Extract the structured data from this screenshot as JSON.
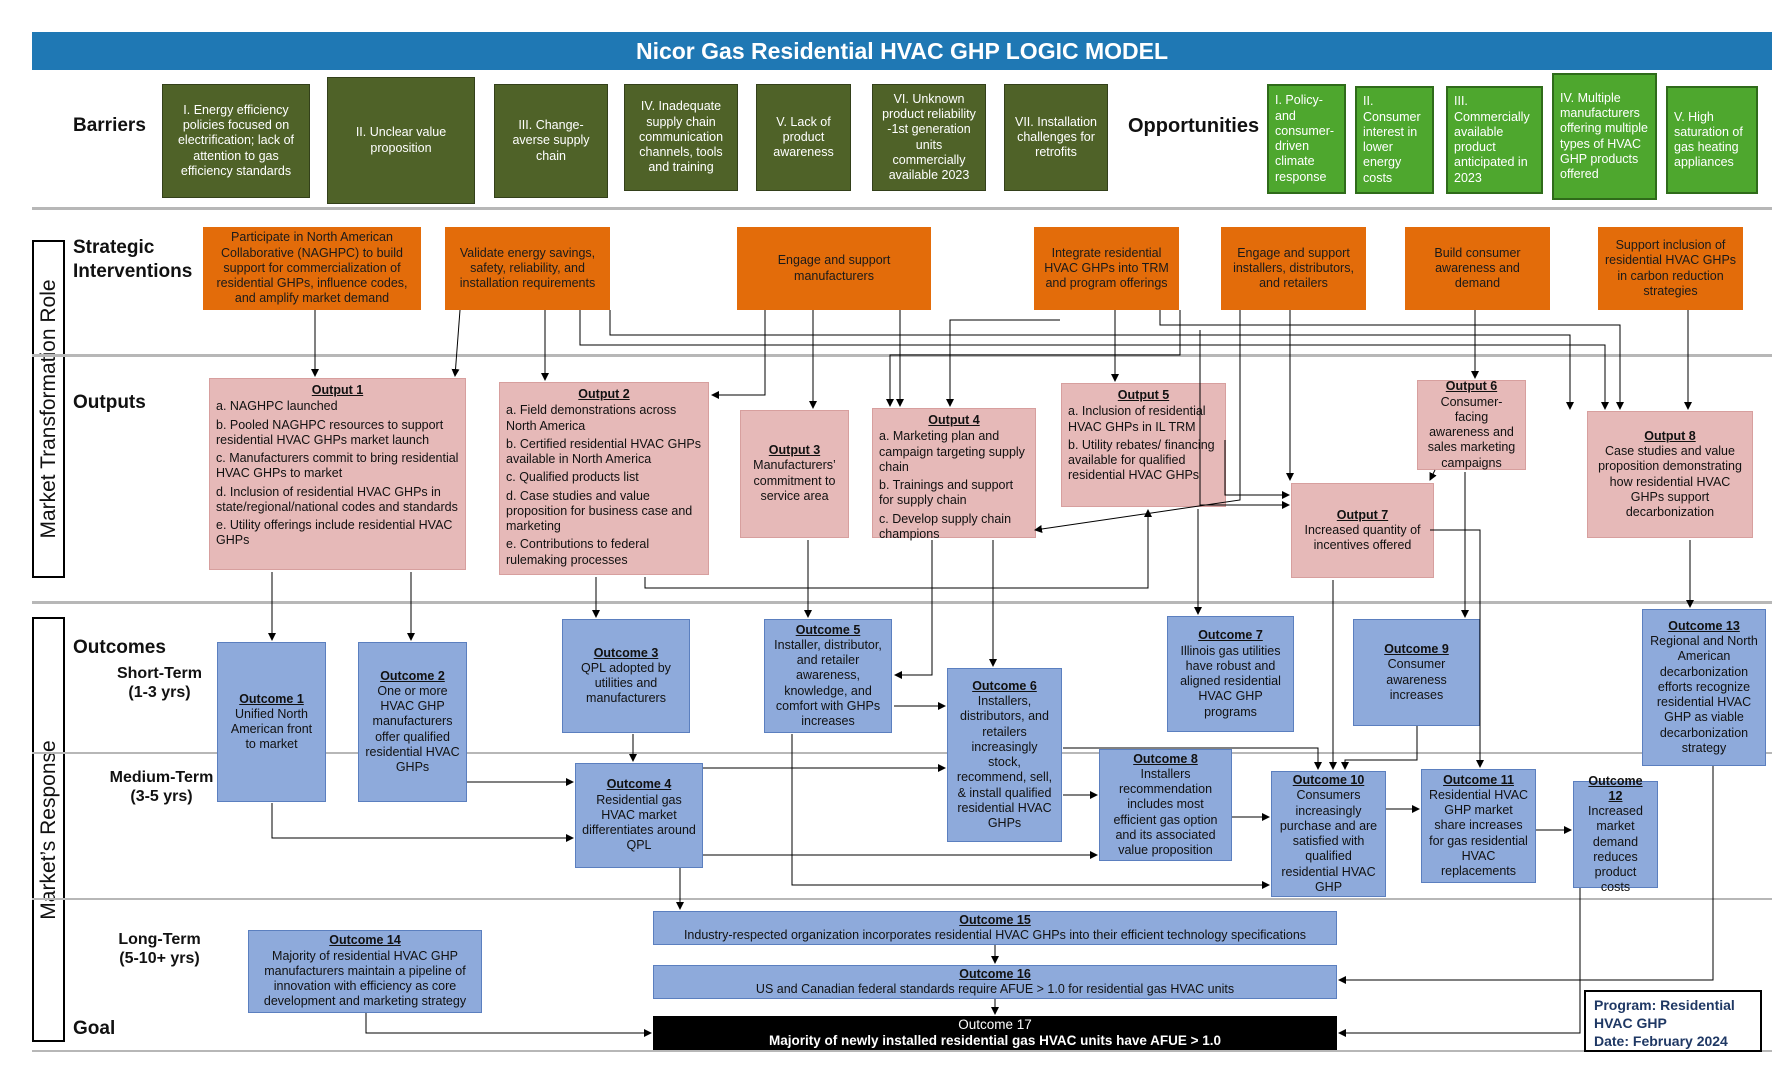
{
  "title": "Nicor Gas Residential HVAC GHP LOGIC MODEL",
  "labels": {
    "barriers": "Barriers",
    "opportunities": "Opportunities",
    "strategic": "Strategic Interventions",
    "outputs": "Outputs",
    "outcomes": "Outcomes",
    "short_term": "Short-Term (1-3 yrs)",
    "medium_term": "Medium-Term (3-5 yrs)",
    "long_term": "Long-Term (5-10+ yrs)",
    "goal": "Goal",
    "market_transformation_role": "Market Transformation Role",
    "markets_response": "Market’s Response"
  },
  "barriers": [
    "I. Energy efficiency policies focused on electrification; lack of attention to gas efficiency standards",
    "II. Unclear value proposition",
    "III. Change-averse supply chain",
    "IV. Inadequate supply chain communication channels, tools and training",
    "V. Lack of product awareness",
    "VI. Unknown product reliability -1st generation units commercially available 2023",
    "VII. Installation challenges for retrofits"
  ],
  "opportunities": [
    "I. Policy- and consumer-driven climate response",
    "II. Consumer interest in lower energy costs",
    "III. Commercially available product anticipated in 2023",
    "IV. Multiple manufacturers offering multiple types of HVAC GHP products offered",
    "V. High saturation of gas heating appliances"
  ],
  "interventions": [
    "Participate in North American Collaborative (NAGHPC) to build support for commercialization of residential GHPs, influence codes, and amplify market demand",
    "Validate energy savings, safety, reliability, and installation requirements",
    "Engage and support manufacturers",
    "Integrate residential HVAC GHPs into TRM and program offerings",
    "Engage and support installers, distributors, and retailers",
    "Build consumer awareness and demand",
    "Support inclusion of residential HVAC GHPs in carbon reduction strategies"
  ],
  "outputs": {
    "o1": {
      "title": "Output 1",
      "items": [
        "a. NAGHPC launched",
        "b. Pooled NAGHPC resources to support residential HVAC GHPs market launch",
        "c. Manufacturers commit to bring residential HVAC GHPs to market",
        "d. Inclusion of residential HVAC GHPs in state/regional/national codes and standards",
        "e. Utility offerings include residential HVAC GHPs"
      ]
    },
    "o2": {
      "title": "Output 2",
      "items": [
        "a. Field demonstrations across North America",
        "b. Certified residential HVAC GHPs available in North America",
        "c. Qualified products list",
        "d. Case studies and value proposition for business case and marketing",
        "e. Contributions to federal rulemaking processes"
      ]
    },
    "o3": {
      "title": "Output 3",
      "text": "Manufacturers’ commitment to service area"
    },
    "o4": {
      "title": "Output 4",
      "items": [
        "a. Marketing plan and campaign targeting supply chain",
        "b. Trainings and support for supply chain",
        "c. Develop supply chain champions"
      ]
    },
    "o5": {
      "title": "Output 5",
      "items": [
        "a. Inclusion of residential HVAC GHPs in IL TRM",
        "b. Utility rebates/ financing available for qualified residential HVAC GHPs"
      ]
    },
    "o6": {
      "title": "Output 6",
      "text": "Consumer-facing awareness and sales marketing campaigns"
    },
    "o7": {
      "title": "Output 7",
      "text": "Increased quantity of incentives offered"
    },
    "o8": {
      "title": "Output 8",
      "text": "Case studies and value proposition demonstrating how residential HVAC GHPs support decarbonization"
    }
  },
  "outcomes": {
    "oc1": {
      "title": "Outcome 1",
      "text": "Unified North American front to market"
    },
    "oc2": {
      "title": "Outcome 2",
      "text": "One or more HVAC GHP manufacturers offer qualified residential HVAC GHPs"
    },
    "oc3": {
      "title": "Outcome 3",
      "text": "QPL adopted by utilities and manufacturers"
    },
    "oc4": {
      "title": "Outcome 4",
      "text": "Residential gas HVAC market differentiates around QPL"
    },
    "oc5": {
      "title": "Outcome 5",
      "text": "Installer, distributor, and retailer awareness, knowledge, and comfort with GHPs increases"
    },
    "oc6": {
      "title": "Outcome 6",
      "text": "Installers, distributors, and retailers increasingly stock, recommend, sell, & install qualified residential HVAC GHPs"
    },
    "oc7": {
      "title": "Outcome 7",
      "text": "Illinois gas utilities have robust and aligned residential HVAC GHP programs"
    },
    "oc8": {
      "title": "Outcome 8",
      "text": "Installers recommendation includes most efficient gas option and its associated value proposition"
    },
    "oc9": {
      "title": "Outcome 9",
      "text": "Consumer awareness increases"
    },
    "oc10": {
      "title": "Outcome 10",
      "text": "Consumers increasingly purchase and are satisfied with qualified residential HVAC GHP"
    },
    "oc11": {
      "title": "Outcome 11",
      "text": "Residential HVAC GHP market share increases for gas residential HVAC replacements"
    },
    "oc12": {
      "title": "Outcome 12",
      "text": "Increased market demand reduces product costs"
    },
    "oc13": {
      "title": "Outcome 13",
      "text": "Regional and North American decarbonization efforts recognize residential HVAC GHP as viable decarbonization strategy"
    },
    "oc14": {
      "title": "Outcome 14",
      "text": "Majority of residential HVAC GHP manufacturers maintain a pipeline of innovation with efficiency as core development and marketing strategy"
    },
    "oc15": {
      "title": "Outcome 15",
      "text": "Industry-respected organization incorporates residential HVAC GHPs into their efficient technology specifications"
    },
    "oc16": {
      "title": "Outcome 16",
      "text": "US and Canadian federal standards require AFUE > 1.0 for residential gas HVAC units"
    },
    "oc17": {
      "title": "Outcome 17",
      "text": "Majority of newly installed residential gas HVAC units have AFUE > 1.0"
    }
  },
  "program": {
    "line1": "Program: Residential HVAC GHP",
    "line2": "Date: February 2024"
  },
  "colors": {
    "title_bar": "#1f78b4",
    "barrier": "#4f6228",
    "opportunity": "#4ea72e",
    "intervention": "#e36c0a",
    "output": "#e6b9b8",
    "outcome": "#8eaadb",
    "goal": "#000000"
  }
}
